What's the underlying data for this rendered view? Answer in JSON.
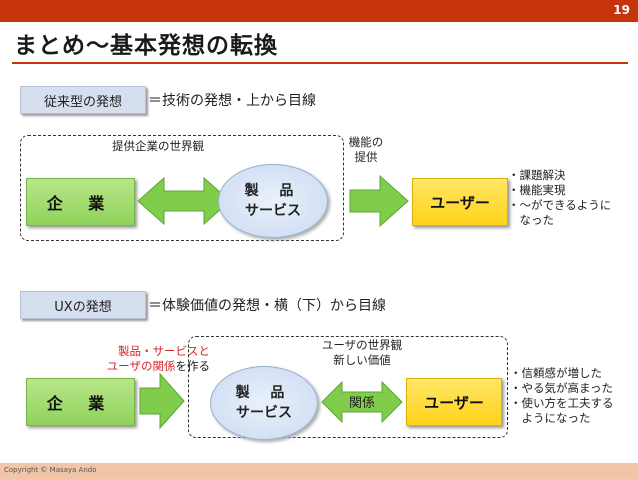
{
  "page": {
    "number": "19",
    "title": "まとめ〜基本発想の転換"
  },
  "section1": {
    "tag": "従来型の発想",
    "summary": "＝技術の発想・上から目線",
    "world_caption": "提供企業の世界観",
    "arrow_caption_line1": "機能の",
    "arrow_caption_line2": "提供",
    "company": "企 業",
    "product_line1": "製 品",
    "product_line2": "サービス",
    "user": "ユーザー",
    "results": [
      "・課題解決",
      "・機能実現",
      "・〜ができるように",
      "　なった"
    ]
  },
  "section2": {
    "tag": "UXの発想",
    "summary": "＝体験価値の発想・横（下）から目線",
    "note_line1": "製品・サービスと",
    "note_line2_red": "ユーザの関係",
    "note_line2_rest": "を作る",
    "world_caption_line1": "ユーザの世界観",
    "world_caption_line2": "新しい価値",
    "company": "企 業",
    "product_line1": "製 品",
    "product_line2": "サービス",
    "relation": "関係",
    "user": "ユーザー",
    "results": [
      "・信頼感が増した",
      "・やる気が高まった",
      "・使い方を工夫する",
      "　ようになった"
    ]
  },
  "footer": {
    "copyright": "Copyright ©   Masaya Ando"
  },
  "colors": {
    "accent": "#c5340b",
    "green": "#8fd35a",
    "yellow": "#ffd21a",
    "blue": "#c9daf1",
    "red_text": "#d4262a"
  }
}
